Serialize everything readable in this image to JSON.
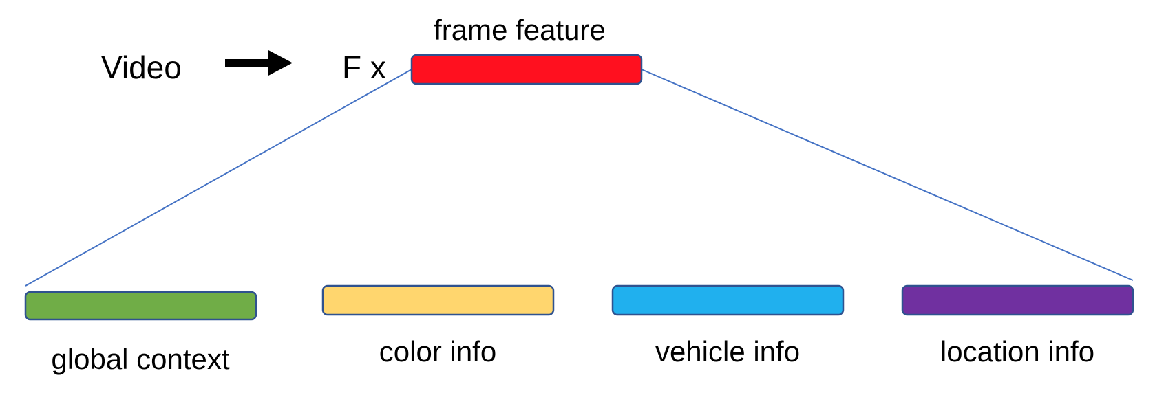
{
  "source": {
    "label": "Video"
  },
  "frame": {
    "multiplier": "F x",
    "caption": "frame feature",
    "color": "#FF101F",
    "stroke": "#2F528F"
  },
  "connector_color": "#4472C4",
  "components": [
    {
      "label": "global context",
      "color": "#70AD47"
    },
    {
      "label": "color info",
      "color": "#FFD66E"
    },
    {
      "label": "vehicle info",
      "color": "#20B0EE"
    },
    {
      "label": "location info",
      "color": "#7030A0"
    }
  ]
}
